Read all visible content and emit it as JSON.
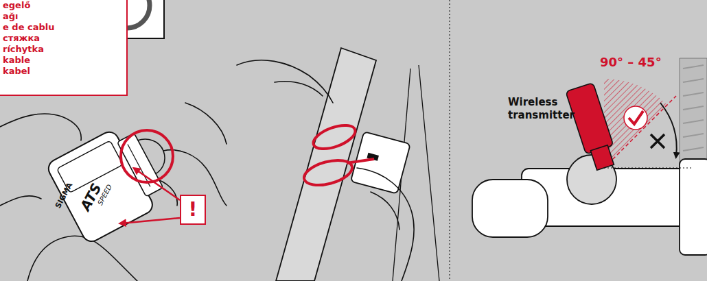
{
  "diagram": {
    "nodes": [
      {
        "text": [
          "egelő",
          "ağı",
          "e de cablu",
          "стяжка",
          "ríchytka",
          "kable",
          "kabel"
        ]
      },
      {
        "text": [
          "!"
        ]
      }
    ],
    "labels": [
      "SIGMA",
      "ATS",
      "SPEED",
      "90° – 45°",
      "Wireless transmitter"
    ]
  }
}
